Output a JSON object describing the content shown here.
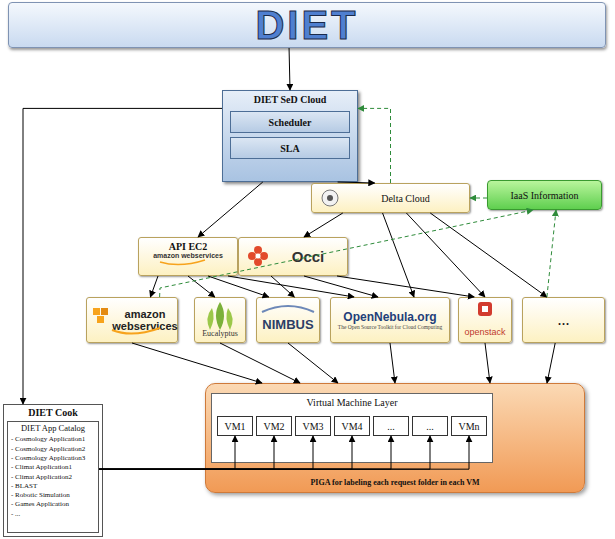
{
  "diagram": {
    "nodes": [
      {
        "text": [
          "DIET"
        ]
      },
      {
        "text": [
          "DIET SeD Cloud"
        ]
      },
      {
        "text": [
          "Scheduler"
        ],
        "in": 1
      },
      {
        "text": [
          "SLA"
        ],
        "in": 1
      },
      {
        "text": [
          "Delta Cloud"
        ]
      },
      {
        "text": [
          "IaaS Information"
        ]
      },
      {
        "text": [
          "API EC2",
          "amazon webservices"
        ]
      },
      {
        "text": [
          "Occi"
        ]
      },
      {
        "text": [
          "amazon webservices"
        ]
      },
      {
        "text": [
          "Eucalyptus"
        ]
      },
      {
        "text": [
          "NIMBUS"
        ]
      },
      {
        "text": [
          "OpenNebula.org",
          "The Open Source Toolkit for Cloud Computing"
        ]
      },
      {
        "text": [
          "openstack"
        ]
      },
      {
        "text": [
          "..."
        ]
      },
      {
        "text": [
          "PIGA for labeling each request folder in each VM"
        ]
      },
      {
        "text": [
          "Virtual Machine Layer"
        ],
        "in": 14
      },
      {
        "text": [
          "VM1"
        ],
        "in": 15
      },
      {
        "text": [
          "VM2"
        ],
        "in": 15
      },
      {
        "text": [
          "VM3"
        ],
        "in": 15
      },
      {
        "text": [
          "VM4"
        ],
        "in": 15
      },
      {
        "text": [
          "..."
        ],
        "in": 15
      },
      {
        "text": [
          "..."
        ],
        "in": 15
      },
      {
        "text": [
          "VMn"
        ],
        "in": 15
      },
      {
        "text": [
          "DIET Cook"
        ]
      },
      {
        "text": [
          "DIET App Catalog",
          "- Cosmology Application1",
          "- Cosmology Application2",
          "- Cosmology Application3",
          "- Climat Application1",
          "- Climat Application2",
          "- BLAST",
          "- Robotic Simulation",
          "- Games Application",
          "- ..."
        ],
        "in": 23
      }
    ],
    "edges": [
      {
        "from": 0,
        "to": 1,
        "arrow": "to"
      },
      {
        "from": 1,
        "to": 23,
        "arrow": "to"
      },
      {
        "from": 1,
        "to": 4,
        "arrow": "to"
      },
      {
        "from": 1,
        "to": 6,
        "arrow": "to"
      },
      {
        "from": 4,
        "to": 7,
        "arrow": "to"
      },
      {
        "from": 4,
        "to": 11,
        "arrow": "to"
      },
      {
        "from": 4,
        "to": 12,
        "arrow": "to"
      },
      {
        "from": 4,
        "to": 13,
        "arrow": "to"
      },
      {
        "from": 6,
        "to": 8,
        "arrow": "to"
      },
      {
        "from": 6,
        "to": 9,
        "arrow": "to"
      },
      {
        "from": 6,
        "to": 10,
        "arrow": "to"
      },
      {
        "from": 6,
        "to": 11,
        "arrow": "to"
      },
      {
        "from": 7,
        "to": 10,
        "arrow": "to"
      },
      {
        "from": 7,
        "to": 11,
        "arrow": "to"
      },
      {
        "from": 7,
        "to": 12,
        "arrow": "to"
      },
      {
        "from": 8,
        "to": 14,
        "arrow": "to"
      },
      {
        "from": 9,
        "to": 14,
        "arrow": "to"
      },
      {
        "from": 10,
        "to": 14,
        "arrow": "to"
      },
      {
        "from": 11,
        "to": 14,
        "arrow": "to"
      },
      {
        "from": 12,
        "to": 14,
        "arrow": "to"
      },
      {
        "from": 13,
        "to": 14,
        "arrow": "to"
      },
      {
        "from": 5,
        "to": 4,
        "arrow": "to"
      },
      {
        "from": 4,
        "to": 1,
        "arrow": "to"
      },
      {
        "from": 8,
        "to": 5,
        "arrow": "to"
      },
      {
        "from": 13,
        "to": 5,
        "arrow": "to"
      },
      {
        "from": 24,
        "to": 16,
        "arrow": "to"
      },
      {
        "from": 24,
        "to": 17,
        "arrow": "to"
      },
      {
        "from": 24,
        "to": 18,
        "arrow": "to"
      },
      {
        "from": 24,
        "to": 19,
        "arrow": "to"
      },
      {
        "from": 24,
        "to": 20,
        "arrow": "to"
      },
      {
        "from": 24,
        "to": 21,
        "arrow": "to"
      },
      {
        "from": 24,
        "to": 22,
        "arrow": "to"
      }
    ]
  }
}
